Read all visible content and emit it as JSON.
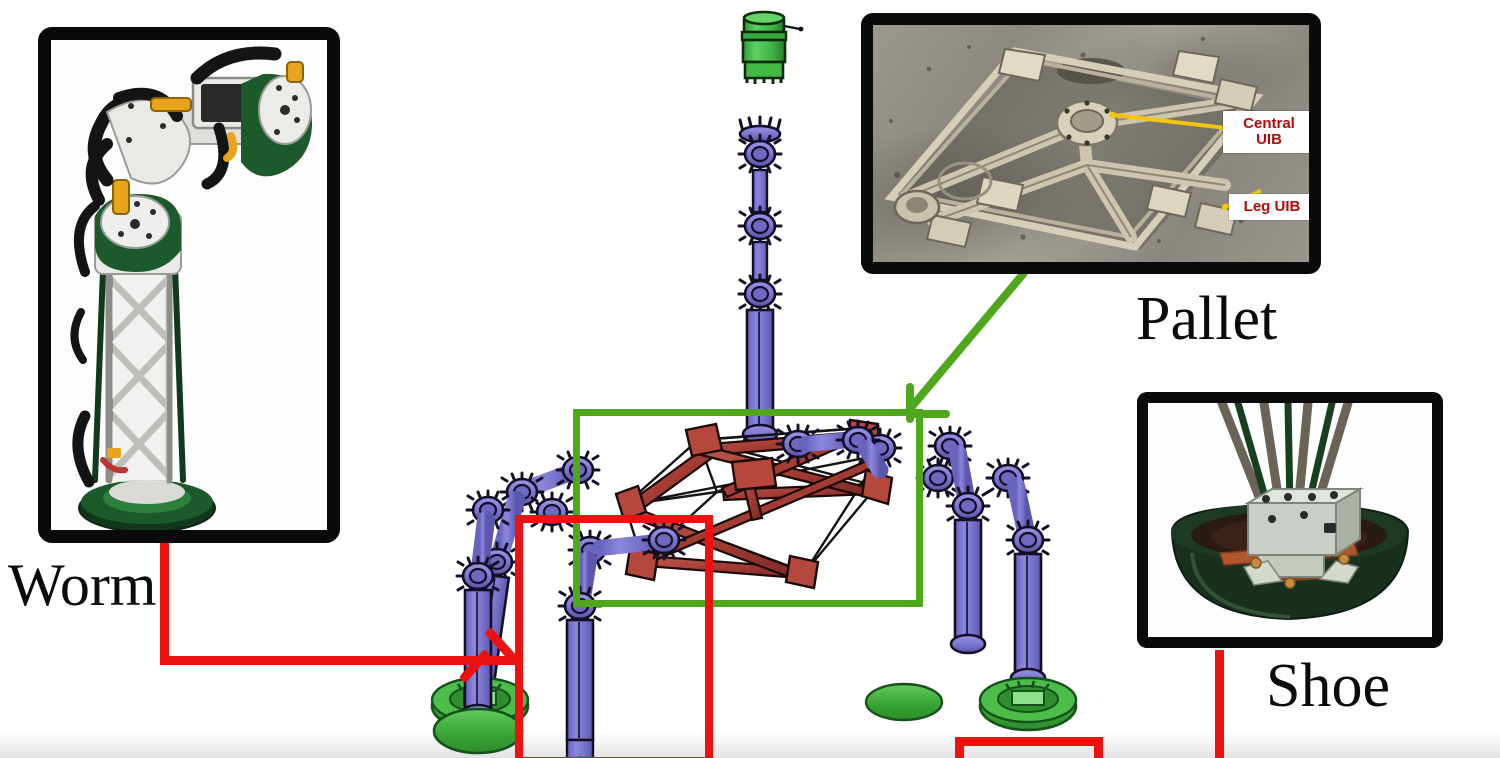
{
  "figure": {
    "type": "annotated-robot-diagram",
    "background_color": "#ffffff",
    "subject": "six-legged walking robot exploded annotation figure"
  },
  "labels": {
    "worm": "Worm",
    "pallet": "Pallet",
    "shoe": "Shoe"
  },
  "insets": {
    "worm": {
      "title": "Worm",
      "caption_position": "below-left",
      "frame_color": "#0a0a0a",
      "content": "photograph of a single robotic leg (worm) module: green and white actuator housings, black cable loops, yellow connectors, truss strut section and green circular base"
    },
    "pallet": {
      "title": "Pallet",
      "caption_position": "below-right",
      "frame_color": "#0a0a0a",
      "content": "photograph of the aluminium triangular pallet chassis lying on a concrete floor",
      "annotations": [
        {
          "text": "Central\nUIB",
          "line1": "Central",
          "line2": "UIB",
          "color": "#b10d0d",
          "pointer_color": "#f5c40d"
        },
        {
          "text": "Leg UIB",
          "line1": "Leg UIB",
          "line2": "",
          "color": "#b10d0d",
          "pointer_color": "#f5c40d"
        }
      ]
    },
    "shoe": {
      "title": "Shoe",
      "caption_position": "below-left",
      "frame_color": "#0a0a0a",
      "content": "photograph of the dark green dish shaped foot (shoe) with metallic mounting block and copper plate"
    }
  },
  "model": {
    "description": "CAD rendering of the six-legged robot with red/maroon truss pallet body and blue-violet articulated legs ending in green dish shoes",
    "body_color": "#a33c33",
    "leg_color": "#7b74cc",
    "shoe_color": "#3fae3c",
    "detached_leg": "exploded single leg shown above the body",
    "detached_joint": "green cylindrical joint module shown at top"
  },
  "callouts": {
    "pallet_box": {
      "color": "#4fa81b",
      "role": "highlights the pallet chassis inside the CAD model"
    },
    "worm_box": {
      "color": "#ee1111",
      "role": "highlights a single leg (worm) inside the CAD model"
    },
    "shoe_box": {
      "color": "#ee1111",
      "role": "highlights a shoe at the foot of a leg"
    },
    "worm_arrow": {
      "color": "#ee1111",
      "direction": "right"
    },
    "pallet_arrow": {
      "color": "#4fa81b",
      "direction": "down-left"
    }
  },
  "colors": {
    "red": "#ee1111",
    "green": "#4fa81b",
    "leg_blue": "#7b74cc",
    "body_red": "#a33c33",
    "shoe_green": "#3fae3c",
    "label_red": "#b10d0d",
    "pointer_yellow": "#f5c40d",
    "frame_black": "#0a0a0a"
  }
}
